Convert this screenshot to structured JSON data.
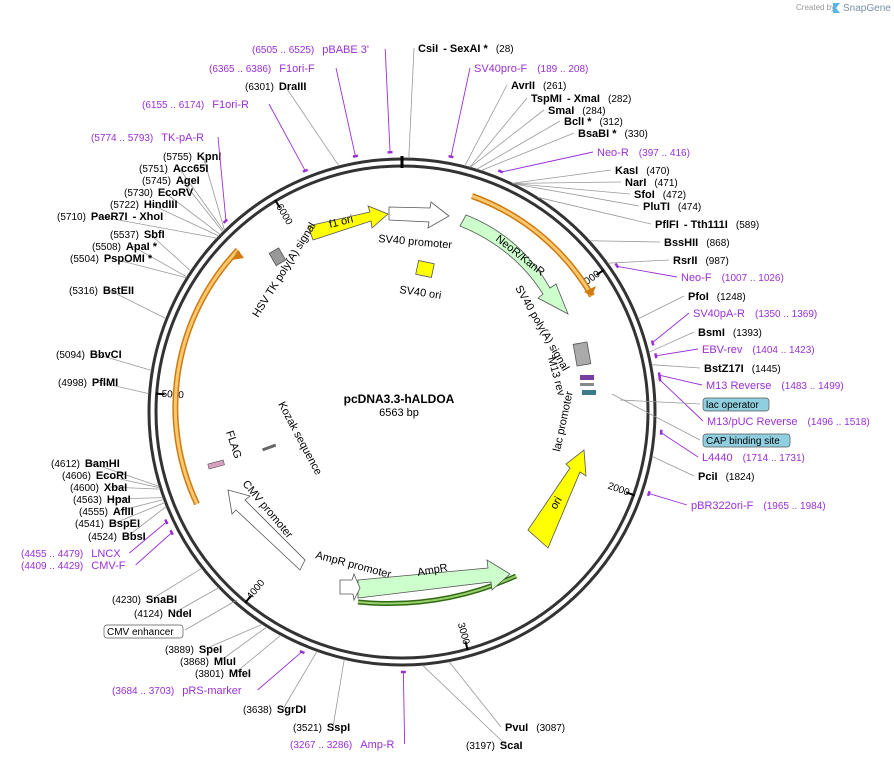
{
  "credit": "Created by",
  "brand": "SnapGene",
  "title": "pcDNA3.3-hALDOA",
  "size": "6563 bp",
  "total_bp": 6563,
  "colors": {
    "backbone": "#333333",
    "enzyme_line": "#999999",
    "primer": "#9b2fd6",
    "ori": "#ffff00",
    "neo": "#ccffcc",
    "orf_arrow": "#f0a030",
    "cap_box": "#8fcfe0"
  },
  "ticks": [
    {
      "label": "1000",
      "bp": 1000
    },
    {
      "label": "2000",
      "bp": 2000
    },
    {
      "label": "3000",
      "bp": 3000
    },
    {
      "label": "4000",
      "bp": 4000
    },
    {
      "label": "5000",
      "bp": 5000
    },
    {
      "label": "6000",
      "bp": 6000
    }
  ],
  "enzymes": [
    {
      "name": "CsiI",
      "extra": "- SexAI *",
      "pos": "(28)",
      "bp": 28
    },
    {
      "name": "AvrII",
      "extra": "",
      "pos": "(261)",
      "bp": 261
    },
    {
      "name": "TspMI",
      "extra": "- XmaI",
      "pos": "(282)",
      "bp": 282
    },
    {
      "name": "SmaI",
      "extra": "",
      "pos": "(284)",
      "bp": 284
    },
    {
      "name": "BclI *",
      "extra": "",
      "pos": "(312)",
      "bp": 312
    },
    {
      "name": "BsaBI *",
      "extra": "",
      "pos": "(330)",
      "bp": 330
    },
    {
      "name": "KasI",
      "extra": "",
      "pos": "(470)",
      "bp": 470
    },
    {
      "name": "NarI",
      "extra": "",
      "pos": "(471)",
      "bp": 471
    },
    {
      "name": "SfoI",
      "extra": "",
      "pos": "(472)",
      "bp": 472
    },
    {
      "name": "PluTI",
      "extra": "",
      "pos": "(474)",
      "bp": 474
    },
    {
      "name": "PflFI",
      "extra": "- Tth111I",
      "pos": "(589)",
      "bp": 589
    },
    {
      "name": "BssHII",
      "extra": "",
      "pos": "(868)",
      "bp": 868
    },
    {
      "name": "RsrII",
      "extra": "",
      "pos": "(987)",
      "bp": 987
    },
    {
      "name": "PfoI",
      "extra": "",
      "pos": "(1248)",
      "bp": 1248
    },
    {
      "name": "BsmI",
      "extra": "",
      "pos": "(1393)",
      "bp": 1393
    },
    {
      "name": "BstZ17I",
      "extra": "",
      "pos": "(1445)",
      "bp": 1445
    },
    {
      "name": "PciI",
      "extra": "",
      "pos": "(1824)",
      "bp": 1824
    },
    {
      "name": "PvuI",
      "extra": "",
      "pos": "(3087)",
      "bp": 3087
    },
    {
      "name": "ScaI",
      "extra": "",
      "pos": "(3197)",
      "bp": 3197
    },
    {
      "name": "SspI",
      "extra": "",
      "pos": "(3521)",
      "bp": 3521
    },
    {
      "name": "SgrDI",
      "extra": "",
      "pos": "(3638)",
      "bp": 3638
    },
    {
      "name": "MfeI",
      "extra": "",
      "pos": "(3801)",
      "bp": 3801
    },
    {
      "name": "MluI",
      "extra": "",
      "pos": "(3868)",
      "bp": 3868
    },
    {
      "name": "SpeI",
      "extra": "",
      "pos": "(3889)",
      "bp": 3889
    },
    {
      "name": "NdeI",
      "extra": "",
      "pos": "(4124)",
      "bp": 4124
    },
    {
      "name": "SnaBI",
      "extra": "",
      "pos": "(4230)",
      "bp": 4230
    },
    {
      "name": "BbsI",
      "extra": "",
      "pos": "(4524)",
      "bp": 4524
    },
    {
      "name": "BspEI",
      "extra": "",
      "pos": "(4541)",
      "bp": 4541
    },
    {
      "name": "AflII",
      "extra": "",
      "pos": "(4555)",
      "bp": 4555
    },
    {
      "name": "HpaI",
      "extra": "",
      "pos": "(4563)",
      "bp": 4563
    },
    {
      "name": "XbaI",
      "extra": "",
      "pos": "(4600)",
      "bp": 4600
    },
    {
      "name": "EcoRI",
      "extra": "",
      "pos": "(4606)",
      "bp": 4606
    },
    {
      "name": "BamHI",
      "extra": "",
      "pos": "(4612)",
      "bp": 4612
    },
    {
      "name": "PflMI",
      "extra": "",
      "pos": "(4998)",
      "bp": 4998
    },
    {
      "name": "BbvCI",
      "extra": "",
      "pos": "(5094)",
      "bp": 5094
    },
    {
      "name": "BstEII",
      "extra": "",
      "pos": "(5316)",
      "bp": 5316
    },
    {
      "name": "PspOMI *",
      "extra": "",
      "pos": "(5504)",
      "bp": 5504
    },
    {
      "name": "ApaI *",
      "extra": "",
      "pos": "(5508)",
      "bp": 5508
    },
    {
      "name": "SbfI",
      "extra": "",
      "pos": "(5537)",
      "bp": 5537
    },
    {
      "name": "PaeR7I",
      "extra": "- XhoI",
      "pos": "(5710)",
      "bp": 5710
    },
    {
      "name": "HindIII",
      "extra": "",
      "pos": "(5722)",
      "bp": 5722
    },
    {
      "name": "EcoRV",
      "extra": "",
      "pos": "(5730)",
      "bp": 5730
    },
    {
      "name": "AgeI",
      "extra": "",
      "pos": "(5745)",
      "bp": 5745
    },
    {
      "name": "Acc65I",
      "extra": "",
      "pos": "(5751)",
      "bp": 5751
    },
    {
      "name": "KpnI",
      "extra": "",
      "pos": "(5755)",
      "bp": 5755
    },
    {
      "name": "DraIII",
      "extra": "",
      "pos": "(6301)",
      "bp": 6301
    }
  ],
  "primers": [
    {
      "name": "pBABE 3'",
      "range": "(6505 .. 6525)",
      "bp": 6515
    },
    {
      "name": "F1ori-F",
      "range": "(6365 .. 6386)",
      "bp": 6375
    },
    {
      "name": "F1ori-R",
      "range": "(6155 .. 6174)",
      "bp": 6165
    },
    {
      "name": "TK-pA-R",
      "range": "(5774 .. 5793)",
      "bp": 5783
    },
    {
      "name": "SV40pro-F",
      "range": "(189 .. 208)",
      "bp": 198
    },
    {
      "name": "Neo-R",
      "range": "(397 .. 416)",
      "bp": 406
    },
    {
      "name": "Neo-F",
      "range": "(1007 .. 1026)",
      "bp": 1016
    },
    {
      "name": "SV40pA-R",
      "range": "(1350 .. 1369)",
      "bp": 1360
    },
    {
      "name": "EBV-rev",
      "range": "(1404 .. 1423)",
      "bp": 1413
    },
    {
      "name": "M13 Reverse",
      "range": "(1483 .. 1499)",
      "bp": 1491
    },
    {
      "name": "M13/pUC Reverse",
      "range": "(1496 .. 1518)",
      "bp": 1507
    },
    {
      "name": "L4440",
      "range": "(1714 .. 1731)",
      "bp": 1722
    },
    {
      "name": "pBR322ori-F",
      "range": "(1965 .. 1984)",
      "bp": 1974
    },
    {
      "name": "LNCX",
      "range": "(4455 .. 4479)",
      "bp": 4467
    },
    {
      "name": "CMV-F",
      "range": "(4409 .. 4429)",
      "bp": 4419
    },
    {
      "name": "pRS-marker",
      "range": "(3684 .. 3703)",
      "bp": 3693
    },
    {
      "name": "Amp-R",
      "range": "(3267 .. 3286)",
      "bp": 3276
    }
  ],
  "boxed": [
    {
      "name": "lac operator"
    },
    {
      "name": "CAP binding site"
    },
    {
      "name": "CMV enhancer"
    }
  ],
  "features": [
    {
      "name": "f1 ori"
    },
    {
      "name": "SV40 promoter"
    },
    {
      "name": "NeoR/KanR"
    },
    {
      "name": "SV40 poly(A) signal"
    },
    {
      "name": "SV40 ori"
    },
    {
      "name": "HSV TK poly(A) signal"
    },
    {
      "name": "M13 rev"
    },
    {
      "name": "lac promoter"
    },
    {
      "name": "ori"
    },
    {
      "name": "AmpR"
    },
    {
      "name": "AmpR promoter"
    },
    {
      "name": "CMV promoter"
    },
    {
      "name": "FLAG"
    },
    {
      "name": "Kozak sequence"
    }
  ]
}
